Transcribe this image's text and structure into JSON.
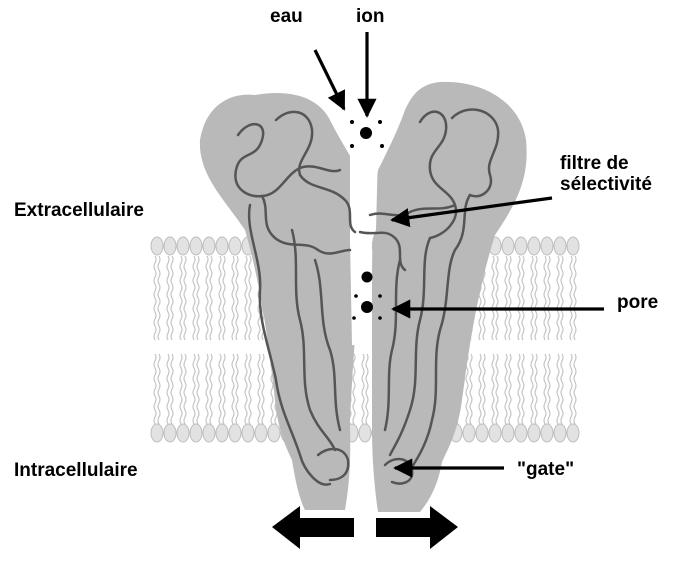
{
  "diagram": {
    "labels": {
      "eau": "eau",
      "ion": "ion",
      "filtre_line1": "filtre de",
      "filtre_line2": "sélectivité",
      "extracellulaire": "Extracellulaire",
      "pore": "pore",
      "intracellulaire": "Intracellulaire",
      "gate": "\"gate\""
    },
    "colors": {
      "protein_fill": "#b9b9b9",
      "protein_chain": "#555555",
      "lipid_head": "#e2e2e2",
      "lipid_head_stroke": "#bdbdbd",
      "lipid_tail": "#c4c4c4",
      "arrow": "#000000",
      "ion": "#000000"
    },
    "icons": [
      "water-molecule-icon",
      "ion-icon",
      "arrow-left-icon",
      "arrow-right-icon"
    ]
  }
}
